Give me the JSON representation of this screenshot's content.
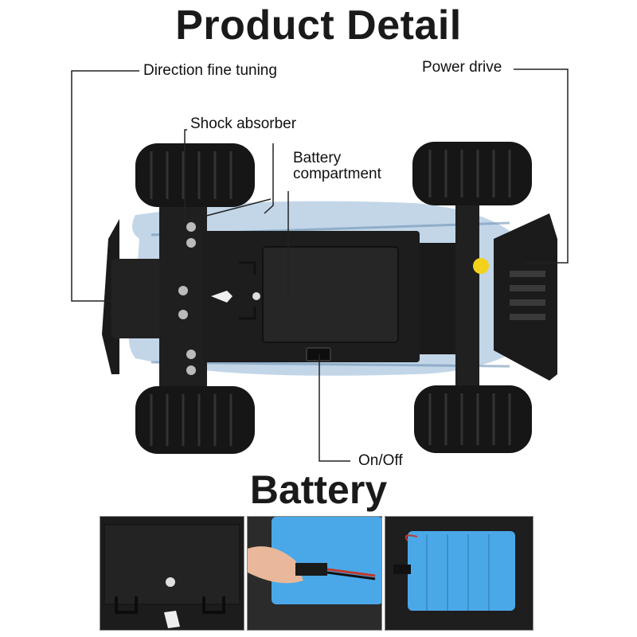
{
  "heading": "Product Detail",
  "callouts": {
    "direction": "Direction fine tuning",
    "power": "Power drive",
    "shock": "Shock absorber",
    "battery_line1": "Battery",
    "battery_line2": "compartment",
    "onoff": "On/Off"
  },
  "battery_heading": "Battery",
  "colors": {
    "text": "#1a1a1a",
    "chassis": "#1b1b1b",
    "tire": "#161616",
    "body_shell": "#8fb4d6",
    "battery_pack": "#4aa8e8",
    "plug": "#f2d21a"
  }
}
